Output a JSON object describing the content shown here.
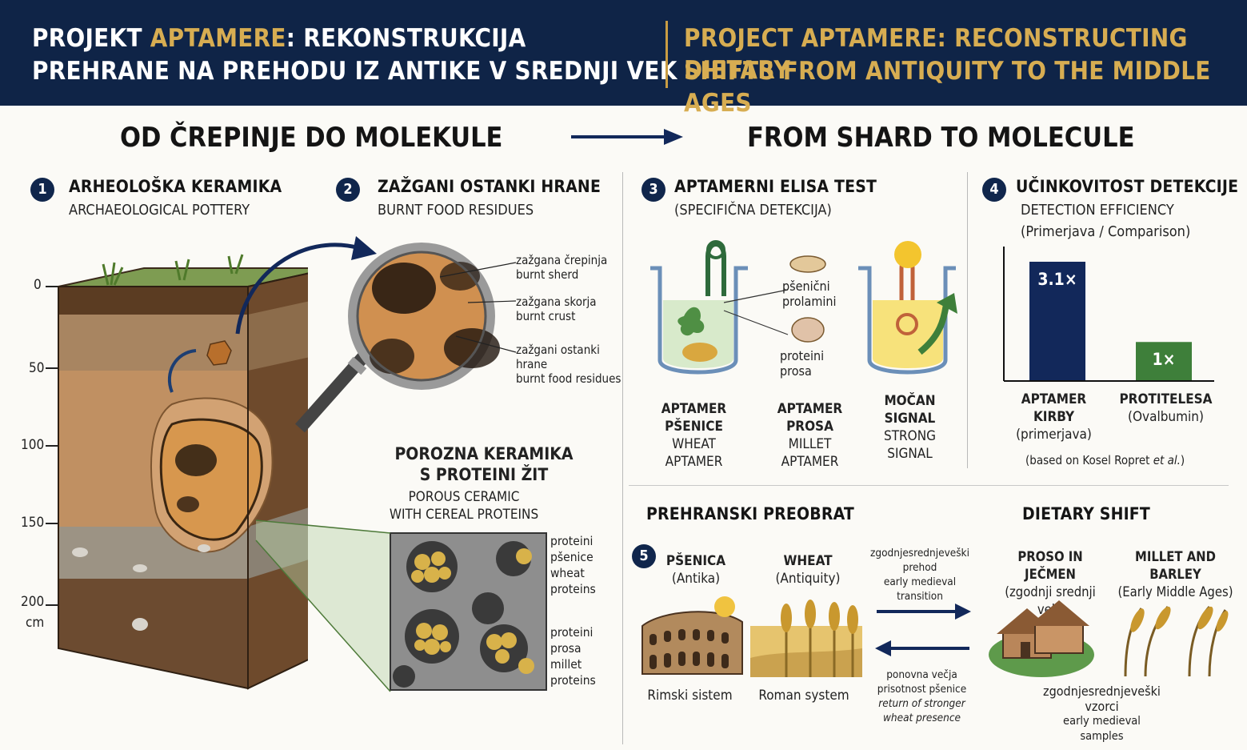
{
  "header": {
    "sl_line1_a": "PROJEKT ",
    "sl_line1_b": "APTAMERE",
    "sl_line1_c": ": REKONSTRUKCIJA",
    "sl_line2": "PREHRANE NA PREHODU IZ ANTIKE V SREDNJI VEK",
    "en_line1": "PROJECT APTAMERE: RECONSTRUCTING DIETARY",
    "en_line2": "SHIFTS FROM ANTIQUITY TO THE MIDDLE AGES",
    "accent": "#d7ad52",
    "background": "#0f2447"
  },
  "section_titles": {
    "sl": "OD ČREPINJE DO MOLEKULE",
    "en": "FROM SHARD TO MOLECULE"
  },
  "step1": {
    "number": "1",
    "title": "ARHEOLOŠKA KERAMIKA",
    "subtitle": "ARCHAEOLOGICAL POTTERY",
    "depth_ticks": [
      "0",
      "50",
      "100",
      "150",
      "200"
    ],
    "depth_unit": "cm"
  },
  "step2": {
    "number": "2",
    "title": "ZAŽGANI OSTANKI HRANE",
    "subtitle": "BURNT FOOD RESIDUES",
    "label1_sl": "zažgana črepinja",
    "label1_en": "burnt sherd",
    "label2_sl": "zažgana skorja",
    "label2_en": "burnt crust",
    "label3_sl_a": "zažgani ostanki",
    "label3_sl_b": "hrane",
    "label3_en": "burnt food residues"
  },
  "porous": {
    "title_a": "POROZNA KERAMIKA",
    "title_b": "S PROTEINI ŽIT",
    "sub_a": "POROUS CERAMIC",
    "sub_b": "WITH CEREAL PROTEINS",
    "wheat_sl_a": "proteini",
    "wheat_sl_b": "pšenice",
    "wheat_en_a": "wheat",
    "wheat_en_b": "proteins",
    "millet_sl_a": "proteini",
    "millet_sl_b": "prosa",
    "millet_en_a": "millet",
    "millet_en_b": "proteins"
  },
  "step3": {
    "number": "3",
    "title": "APTAMERNI ELISA TEST",
    "subtitle": "(SPECIFIČNA DETEKCIJA)",
    "label_wheat_a": "pšenični",
    "label_wheat_b": "prolamini",
    "label_millet_a": "proteini",
    "label_millet_b": "prosa",
    "cap1_sl": "APTAMER PŠENICE",
    "cap1_en_a": "WHEAT",
    "cap1_en_b": "APTAMER",
    "cap2_sl": "APTAMER PROSA",
    "cap2_en_a": "MILLET",
    "cap2_en_b": "APTAMER",
    "cap3_sl_a": "MOČAN",
    "cap3_sl_b": "SIGNAL",
    "cap3_en_a": "STRONG",
    "cap3_en_b": "SIGNAL"
  },
  "step4": {
    "number": "4",
    "title": "UČINKOVITOST DETEKCIJE",
    "subtitle": "DETECTION EFFICIENCY",
    "subtitle2": "(Primerjava / Comparison)",
    "note_a": "(based on Kosel Ropret ",
    "note_b": "et al.",
    "note_c": ")"
  },
  "chart_data": {
    "type": "bar",
    "categories": [
      "APTAMER KIRBY (primerjava)",
      "PROTITELESA (Ovalbumin)"
    ],
    "values": [
      3.1,
      1
    ],
    "data_labels": [
      "3.1×",
      "1×"
    ],
    "category_label_a": [
      "APTAMER",
      "PROTITELESA"
    ],
    "category_label_b": [
      "KIRBY",
      "(Ovalbumin)"
    ],
    "category_label_c": [
      "(primerjava)",
      ""
    ],
    "colors": [
      "#12285a",
      "#3e7f3a"
    ],
    "ylim": [
      0,
      3.1
    ]
  },
  "step5": {
    "number": "5",
    "title_sl": "PREHRANSKI PREOBRAT",
    "title_en": "DIETARY SHIFT",
    "wheat_sl": "PŠENICA",
    "wheat_sl_sub": "(Antika)",
    "wheat_en": "WHEAT",
    "wheat_en_sub": "(Antiquity)",
    "roman_sl": "Rimski sistem",
    "roman_en": "Roman system",
    "trans_sl_a": "zgodnjesrednjeveški",
    "trans_sl_b": "prehod",
    "trans_en_a": "early medieval",
    "trans_en_b": "transition",
    "return_sl_a": "ponovna večja",
    "return_sl_b": "prisotnost pšenice",
    "return_en_a": "return of stronger",
    "return_en_b": "wheat presence",
    "millet_sl": "PROSO IN JEČMEN",
    "millet_sl_sub": "(zgodnji srednji vek)",
    "millet_en": "MILLET AND BARLEY",
    "millet_en_sub": "(Early Middle Ages)",
    "samples_sl_a": "zgodnjesrednjeveški",
    "samples_sl_b": "vzorci",
    "samples_en_a": "early medieval",
    "samples_en_b": "samples"
  }
}
